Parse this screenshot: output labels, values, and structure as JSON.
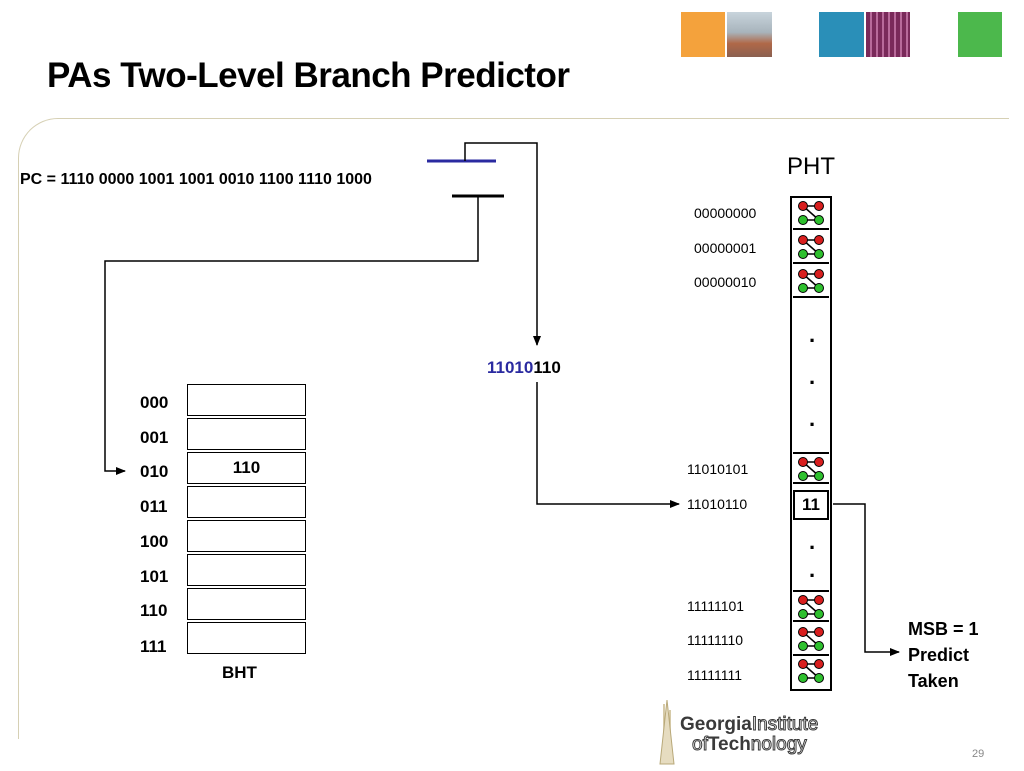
{
  "slide": {
    "title": "PAs Two-Level Branch Predictor",
    "page_number": "29"
  },
  "header_squares": [
    {
      "name": "orange",
      "color": "#f4a23c"
    },
    {
      "name": "photo-campus",
      "color": "#9aa3a8"
    },
    {
      "name": "blue",
      "color": "#2a8fb8"
    },
    {
      "name": "photo-circuit",
      "color": "#8a3a6a"
    },
    {
      "name": "green",
      "color": "#4cb84c"
    }
  ],
  "pc": {
    "label": "PC = 1110 0000 1001 1001 0010 1100 1110 1000"
  },
  "index": {
    "high_bits": "11010",
    "low_bits": "110"
  },
  "bht": {
    "caption": "BHT",
    "rows": [
      {
        "index": "000",
        "value": ""
      },
      {
        "index": "001",
        "value": ""
      },
      {
        "index": "010",
        "value": "110"
      },
      {
        "index": "011",
        "value": ""
      },
      {
        "index": "100",
        "value": ""
      },
      {
        "index": "101",
        "value": ""
      },
      {
        "index": "110",
        "value": ""
      },
      {
        "index": "111",
        "value": ""
      }
    ]
  },
  "pht": {
    "title": "PHT",
    "labels": [
      "00000000",
      "00000001",
      "00000010",
      "11010101",
      "11010110",
      "11111101",
      "11111110",
      "11111111"
    ],
    "selected_value": "11",
    "ellipsis_dot": "."
  },
  "prediction": {
    "line1": "MSB = 1",
    "line2": "Predict",
    "line3": "Taken"
  },
  "logo": {
    "word1": "Georgia",
    "word2": "Institute",
    "word3": "of",
    "word4": "Tech",
    "word5": "nology"
  },
  "colors": {
    "state_red": "#d81e1e",
    "state_green": "#2ec02e",
    "history_bar": "#2a2aa0",
    "frame": "#d6d0b4"
  }
}
